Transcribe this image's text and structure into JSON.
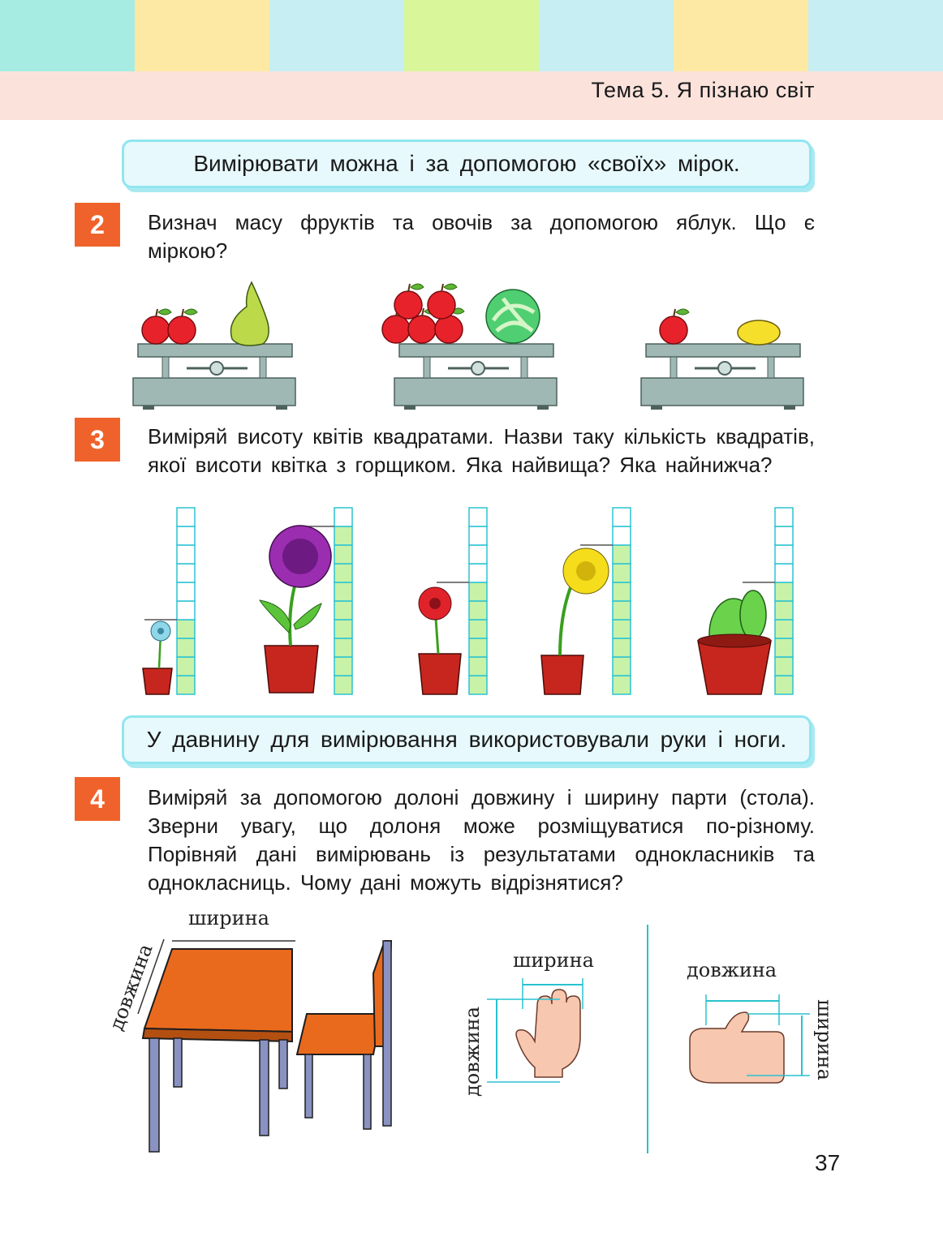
{
  "header": {
    "topic": "Тема 5. Я пізнаю світ",
    "stripe_colors": [
      "#a7ece3",
      "#fde9a4",
      "#c6eef3",
      "#d9f79a",
      "#c6eef3",
      "#fde9a4",
      "#c6eef3"
    ]
  },
  "notes": {
    "note1": "Вимірювати можна і за допомогою «своїх» мірок.",
    "note2": "У давнину для вимірювання використовували руки і ноги."
  },
  "tasks": [
    {
      "number": "2",
      "text": "Визнач масу фруктів та овочів за допомогою яблук. Що є міркою?"
    },
    {
      "number": "3",
      "text": "Виміряй висоту квітів квадратами. Назви таку кількість квадратів, якої висоти квітка з горщиком. Яка найвища? Яка найнижча?"
    },
    {
      "number": "4",
      "text": "Виміряй за допомогою долоні довжину і ширину парти (стола). Зверни увагу, що долоня може розміщуватися по-різному. Порівняй дані вимірювань із результатами однокласників та однокласниць. Чому дані можуть відрізнятися?"
    }
  ],
  "flowers": [
    {
      "filled": 4,
      "total": 10
    },
    {
      "filled": 9,
      "total": 10
    },
    {
      "filled": 6,
      "total": 10
    },
    {
      "filled": 8,
      "total": 10
    },
    {
      "filled": 6,
      "total": 10
    }
  ],
  "labels": {
    "desk_width": "ширина",
    "desk_length": "довжина",
    "hand1_width": "ширина",
    "hand1_length": "довжина",
    "hand2_length": "довжина",
    "hand2_width": "ширина"
  },
  "page_number": "37"
}
